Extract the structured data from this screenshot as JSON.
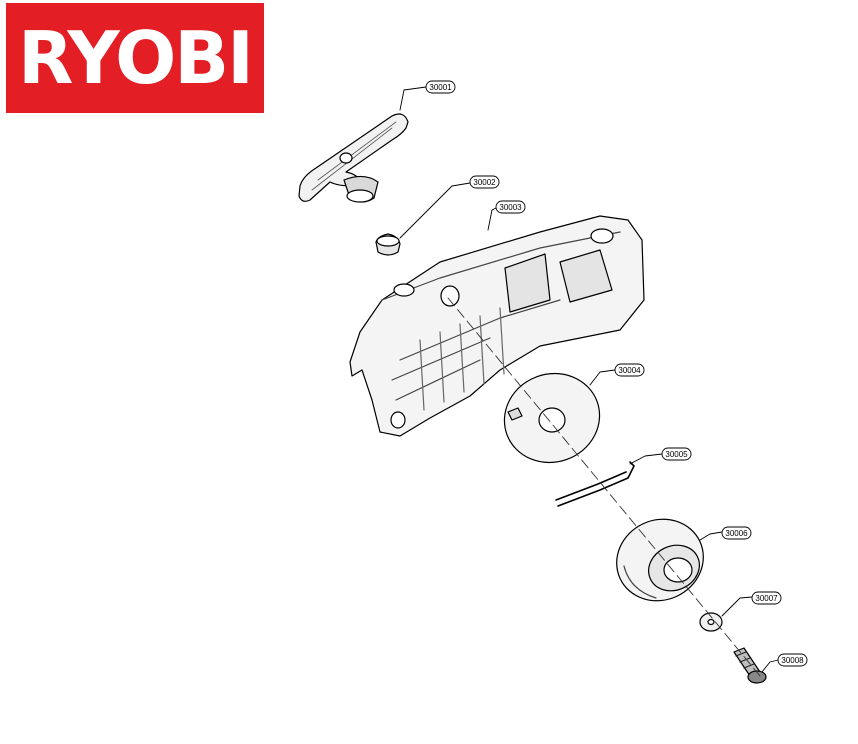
{
  "brand": {
    "name": "RYOBI",
    "color": "#e31e24"
  },
  "parts": [
    {
      "id": "p1",
      "label": "30001"
    },
    {
      "id": "p2",
      "label": "30002"
    },
    {
      "id": "p3",
      "label": "30003"
    },
    {
      "id": "p4",
      "label": "30004"
    },
    {
      "id": "p5",
      "label": "30005"
    },
    {
      "id": "p6",
      "label": "30006"
    },
    {
      "id": "p7",
      "label": "30007"
    },
    {
      "id": "p8",
      "label": "30008"
    }
  ]
}
